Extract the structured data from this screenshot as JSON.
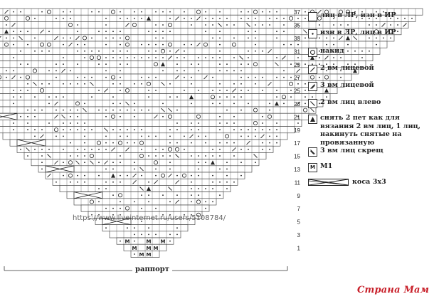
{
  "chart": {
    "row_numbers": [
      "37",
      "35",
      "33",
      "31",
      "29",
      "27",
      "25",
      "23",
      "21",
      "19",
      "17",
      "15",
      "13",
      "11",
      "9",
      "7",
      "5",
      "3",
      "1"
    ],
    "rapport_label": "раппорт",
    "watermark": "https://www.liveinternet.ru/users/5108784/"
  },
  "legend": [
    {
      "symbol": "empty-square-icon",
      "text": "лиц в ЛР, изн в ИР"
    },
    {
      "symbol": "dot-icon",
      "text": "изн в ЛР, лиц в ИР"
    },
    {
      "symbol": "circle-icon",
      "text": "накид"
    },
    {
      "symbol": "slash-right-icon",
      "text": "2 вм лицевой"
    },
    {
      "symbol": "slash-right-3-icon",
      "text": "3 вм лицевой"
    },
    {
      "symbol": "slash-left-icon",
      "text": "2 вм лиц влево"
    },
    {
      "symbol": "triangle-up-icon",
      "text": "снять 2 пет как для вязания 2 вм лиц, 1 лиц, накинуть снятые на провязанную"
    },
    {
      "symbol": "slash-left-3-icon",
      "text": "3 вм лиц скрещ"
    },
    {
      "symbol": "letter-m-icon",
      "text": "M1",
      "glyph": "M"
    }
  ],
  "cable_legend": {
    "text": "коса 3х3"
  },
  "brand": "Страна Мам"
}
